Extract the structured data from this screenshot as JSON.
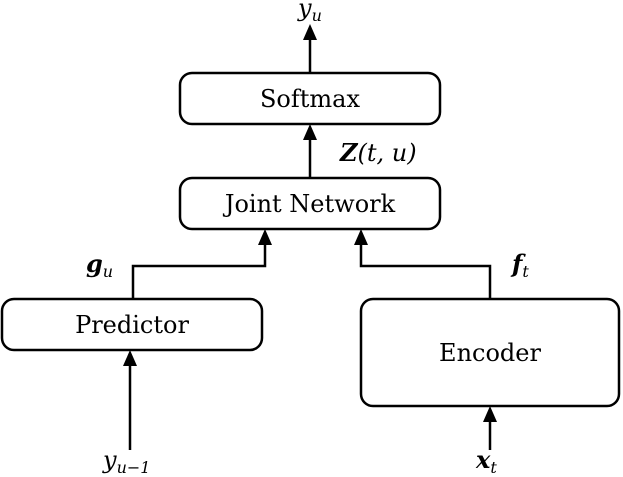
{
  "blocks": {
    "softmax": "Softmax",
    "joint_network": "Joint Network",
    "predictor": "Predictor",
    "encoder": "Encoder"
  },
  "signals": {
    "output": {
      "base": "y",
      "sub": "u"
    },
    "joint_output": {
      "base": "Z",
      "args": "(t, u)"
    },
    "predictor_output": {
      "base": "g",
      "sub": "u"
    },
    "encoder_output": {
      "base": "f",
      "sub": "t"
    },
    "predictor_input": {
      "base": "y",
      "sub": "u−1"
    },
    "encoder_input": {
      "base": "x",
      "sub": "t"
    }
  }
}
